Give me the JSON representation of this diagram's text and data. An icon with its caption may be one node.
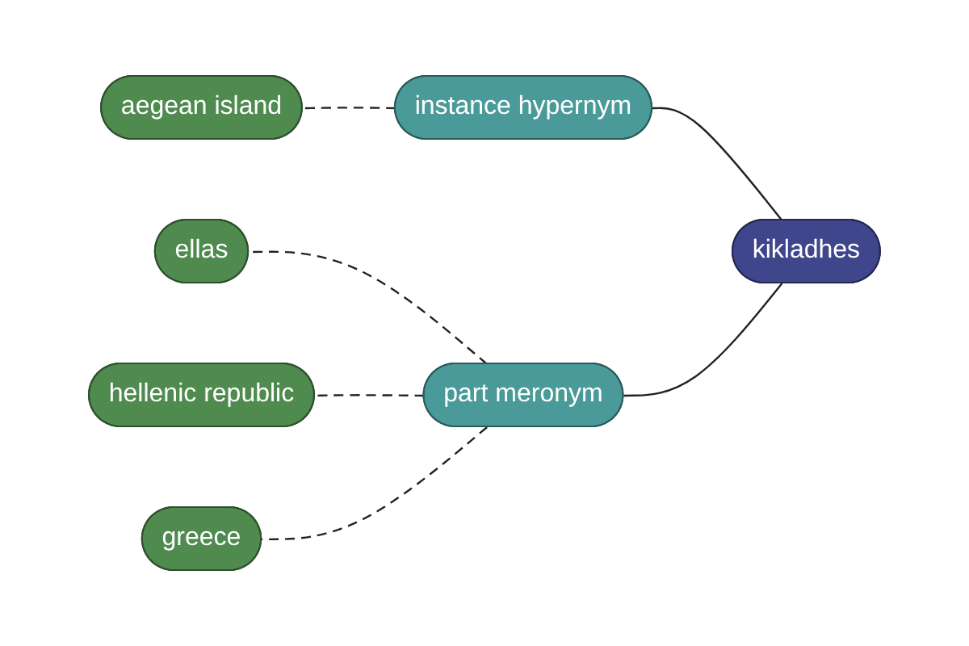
{
  "diagram": {
    "nodes": [
      {
        "text": [
          "aegean island"
        ]
      },
      {
        "text": [
          "instance hypernym"
        ]
      },
      {
        "text": [
          "ellas"
        ]
      },
      {
        "text": [
          "hellenic republic"
        ]
      },
      {
        "text": [
          "kikladhes"
        ]
      },
      {
        "text": [
          "part meronym"
        ]
      },
      {
        "text": [
          "greece"
        ]
      }
    ],
    "edges": [
      {
        "from": 4,
        "to": 1,
        "arrow": "none"
      },
      {
        "from": 4,
        "to": 5,
        "arrow": "none"
      },
      {
        "from": 1,
        "to": 0,
        "arrow": "none",
        "style": "dashed"
      },
      {
        "from": 5,
        "to": 2,
        "arrow": "none",
        "style": "dashed"
      },
      {
        "from": 5,
        "to": 3,
        "arrow": "none",
        "style": "dashed"
      },
      {
        "from": 5,
        "to": 6,
        "arrow": "none",
        "style": "dashed"
      }
    ]
  }
}
